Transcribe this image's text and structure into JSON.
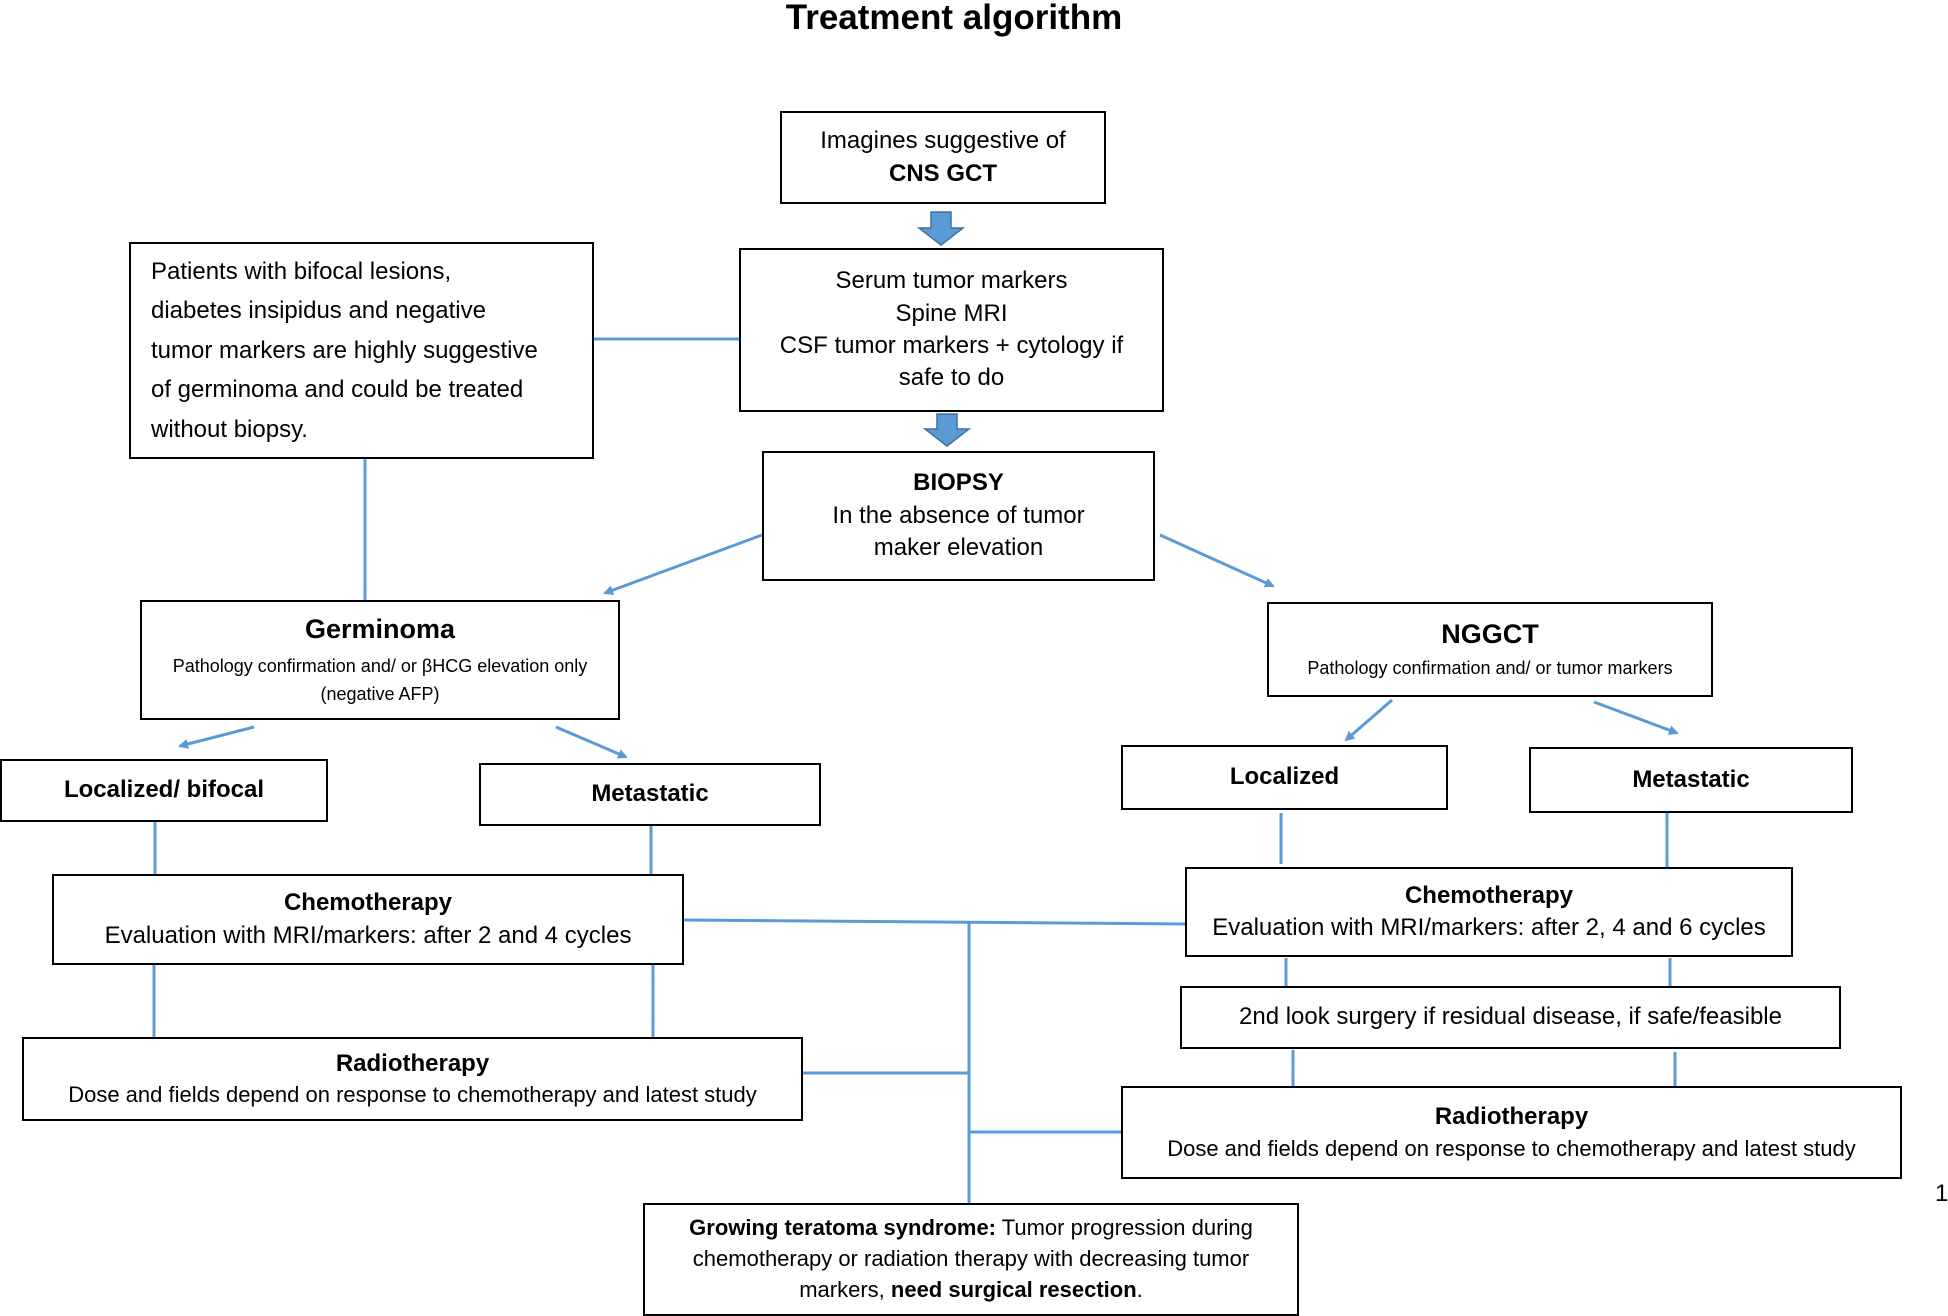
{
  "title": "Treatment algorithm",
  "page_number": "1",
  "colors": {
    "connector": "#5b9bd5",
    "arrow_fill": "#5b9bd5",
    "box_border": "#000000"
  },
  "nodes": {
    "imaging": {
      "line1": "Imagines suggestive of",
      "line2": "CNS GCT"
    },
    "workup": {
      "lines": [
        "Serum tumor markers",
        "Spine MRI",
        "CSF tumor markers + cytology if",
        "safe to do"
      ]
    },
    "no_biopsy": {
      "lines": [
        "Patients with bifocal lesions,",
        "diabetes insipidus and negative",
        "tumor markers are highly suggestive",
        "of germinoma and could be treated",
        "without biopsy."
      ]
    },
    "biopsy": {
      "heading": "BIOPSY",
      "lines": [
        "In the absence of tumor",
        "maker elevation"
      ]
    },
    "germinoma": {
      "heading": "Germinoma",
      "lines": [
        "Pathology confirmation and/ or βHCG elevation only",
        "(negative AFP)"
      ]
    },
    "nggct": {
      "heading": "NGGCT",
      "lines": [
        "Pathology confirmation and/ or tumor markers"
      ]
    },
    "germ_localized": {
      "label": "Localized/ bifocal"
    },
    "germ_metastatic": {
      "label": "Metastatic"
    },
    "nggct_localized": {
      "label": "Localized"
    },
    "nggct_metastatic": {
      "label": "Metastatic"
    },
    "germ_chemo": {
      "heading": "Chemotherapy",
      "line": "Evaluation with MRI/markers: after 2 and 4 cycles"
    },
    "nggct_chemo": {
      "heading": "Chemotherapy",
      "line": "Evaluation with MRI/markers: after 2, 4 and 6 cycles"
    },
    "second_look": {
      "label": "2nd look surgery if residual disease, if safe/feasible"
    },
    "germ_radio": {
      "heading": "Radiotherapy",
      "line": "Dose and fields depend on response to chemotherapy and latest study"
    },
    "nggct_radio": {
      "heading": "Radiotherapy",
      "line": "Dose and fields depend on response to chemotherapy and latest study"
    },
    "teratoma": {
      "bold1": "Growing teratoma syndrome:",
      "text1": " Tumor progression during",
      "line2": "chemotherapy or radiation therapy with decreasing tumor",
      "text3": "markers, ",
      "bold3": "need surgical resection",
      "end3": "."
    }
  }
}
